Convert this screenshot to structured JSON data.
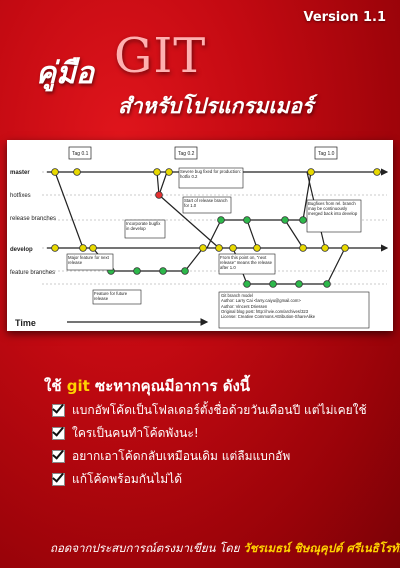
{
  "version": "Version 1.1",
  "title": {
    "thai": "คู่มือ",
    "git": "GIT",
    "subtitle": "สำหรับโปรแกรมเมอร์"
  },
  "diagram": {
    "branches": {
      "master": "master",
      "hotfixes": "hotfixes",
      "release": "release branches",
      "develop": "develop",
      "feature": "feature branches"
    },
    "time_label": "Time",
    "tags": [
      "Tag 0.1",
      "Tag 0.2",
      "Tag 1.0"
    ],
    "notes": {
      "severe_bug": "Severe bug fixed for production: hotfix 0.2",
      "incorporate": "Incorporate bugfix in develop",
      "start_release": "Start of release branch for 1.0",
      "bugfixes": "Bugfixes from rel. branch may be continuously merged back into develop",
      "major_feature": "Major feature for next release",
      "from_this_point": "From this point on, “next release” means the release after 1.0",
      "future_feature": "Feature for future release"
    },
    "credit": [
      "Git branch model",
      "Author: Larry Cai <larry.caiyu@gmail.com>",
      "Author: Vincent Driessen",
      "Original blog post: http://nvie.com/archives/323",
      "License: Creative Commons Attribution-ShareAlike"
    ]
  },
  "heading": {
    "prefix": "ใช้",
    "git": "git",
    "rest": "ซะหากคุณมีอาการ ดังนี้"
  },
  "checklist": [
    "แบกอัพโค้ดเป็นโฟลเดอร์ตั้งชื่อด้วยวันเดือนปี แต่ไม่เคยใช้",
    "ใครเป็นคนทำโค้ดพังนะ!",
    "อยากเอาโค้ดกลับเหมือนเดิม แต่ลืมแบกอัพ",
    "แก้โค้ดพร้อมกันไม่ได้"
  ],
  "footer": {
    "text": "ถอดจากประสบการณ์ตรงมาเขียน โดย",
    "author": "วัชรเมธน์ ชิษณุคุปต์ ศรีเนธิโรทัย"
  }
}
